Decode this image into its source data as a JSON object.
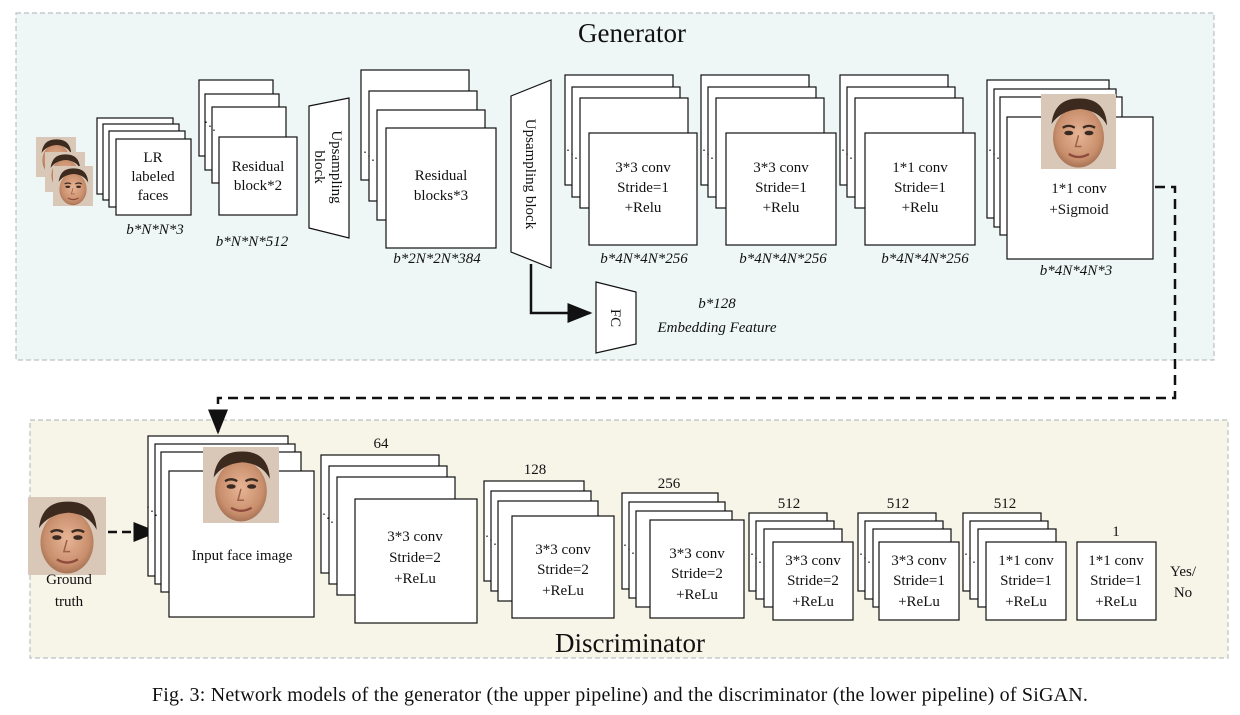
{
  "generator": {
    "title": "Generator",
    "input": {
      "label": [
        "LR",
        "labeled",
        "faces"
      ],
      "dim": "b*N*N*3"
    },
    "residual1": {
      "label": [
        "Residual",
        "block*2"
      ],
      "dim": "b*N*N*512"
    },
    "upsample1": {
      "label": [
        "Upsampling",
        "block"
      ]
    },
    "residual2": {
      "label": [
        "Residual",
        "blocks*3"
      ],
      "dim": "b*2N*2N*384"
    },
    "upsample2": {
      "label": "Upsampling block"
    },
    "conv1": {
      "label": [
        "3*3 conv",
        "Stride=1",
        "+Relu"
      ],
      "dim": "b*4N*4N*256"
    },
    "conv2": {
      "label": [
        "3*3 conv",
        "Stride=1",
        "+Relu"
      ],
      "dim": "b*4N*4N*256"
    },
    "conv3": {
      "label": [
        "1*1 conv",
        "Stride=1",
        "+Relu"
      ],
      "dim": "b*4N*4N*256"
    },
    "output": {
      "label": [
        "1*1 conv",
        "+Sigmoid"
      ],
      "dim": "b*4N*4N*3"
    },
    "fc": {
      "label": "FC",
      "dim": "b*128",
      "feature": "Embedding Feature"
    }
  },
  "discriminator": {
    "title": "Discriminator",
    "ground_truth": [
      "Ground",
      "truth"
    ],
    "input": {
      "label": "Input face image"
    },
    "layers": [
      {
        "channels": "64",
        "label": [
          "3*3 conv",
          "Stride=2",
          "+ReLu"
        ]
      },
      {
        "channels": "128",
        "label": [
          "3*3 conv",
          "Stride=2",
          "+ReLu"
        ]
      },
      {
        "channels": "256",
        "label": [
          "3*3 conv",
          "Stride=2",
          "+ReLu"
        ]
      },
      {
        "channels": "512",
        "label": [
          "3*3 conv",
          "Stride=2",
          "+ReLu"
        ]
      },
      {
        "channels": "512",
        "label": [
          "3*3 conv",
          "Stride=1",
          "+ReLu"
        ]
      },
      {
        "channels": "512",
        "label": [
          "1*1 conv",
          "Stride=1",
          "+ReLu"
        ]
      },
      {
        "channels": "1",
        "label": [
          "1*1 conv",
          "Stride=1",
          "+ReLu"
        ]
      }
    ],
    "output": [
      "Yes/",
      "No"
    ]
  },
  "caption": "Fig. 3: Network models of the generator (the upper pipeline) and the discriminator (the lower pipeline) of SiGAN.",
  "colors": {
    "generator_bg": "#eef7f6",
    "discriminator_bg": "#f7f4e8",
    "panel_border": "#b9c2c2",
    "line": "#111111",
    "skin": "#d9a584",
    "hair": "#4a3020"
  }
}
